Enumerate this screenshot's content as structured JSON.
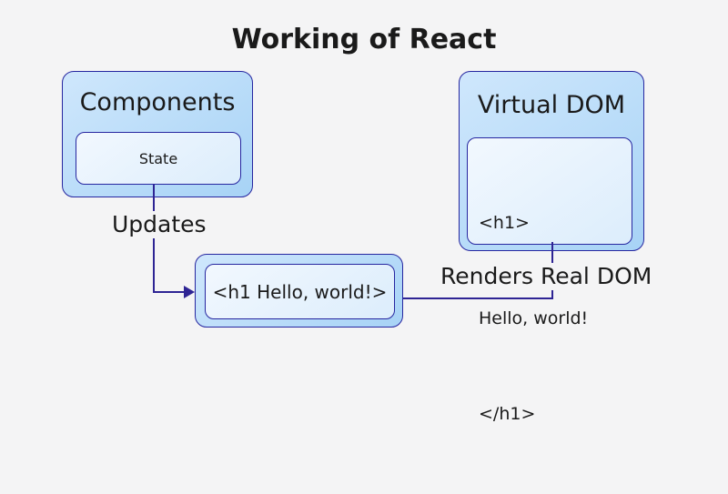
{
  "title": "Working of React",
  "colors": {
    "background": "#f4f4f5",
    "text": "#1a1a1a",
    "node_border": "#2626a0",
    "edge": "#2e2494",
    "node_fill_start": "#cfe7fc",
    "node_fill_end": "#a7d3f6",
    "inner_fill_start": "#f2f8fe",
    "inner_fill_end": "#dcedfc"
  },
  "nodes": {
    "components": {
      "label": "Components",
      "child": {
        "label": "State"
      }
    },
    "virtual_dom": {
      "label": "Virtual DOM",
      "child": {
        "lines": [
          "<h1>",
          "Hello, world!",
          "</h1>"
        ]
      }
    },
    "real_dom": {
      "label": "<h1 Hello, world!>"
    }
  },
  "edges": [
    {
      "from": "State",
      "to": "real_dom",
      "label": "Updates",
      "arrow": "yes"
    },
    {
      "from": "real_dom",
      "to": "virtual_dom",
      "label": "Renders Real DOM",
      "arrow": "no"
    }
  ]
}
